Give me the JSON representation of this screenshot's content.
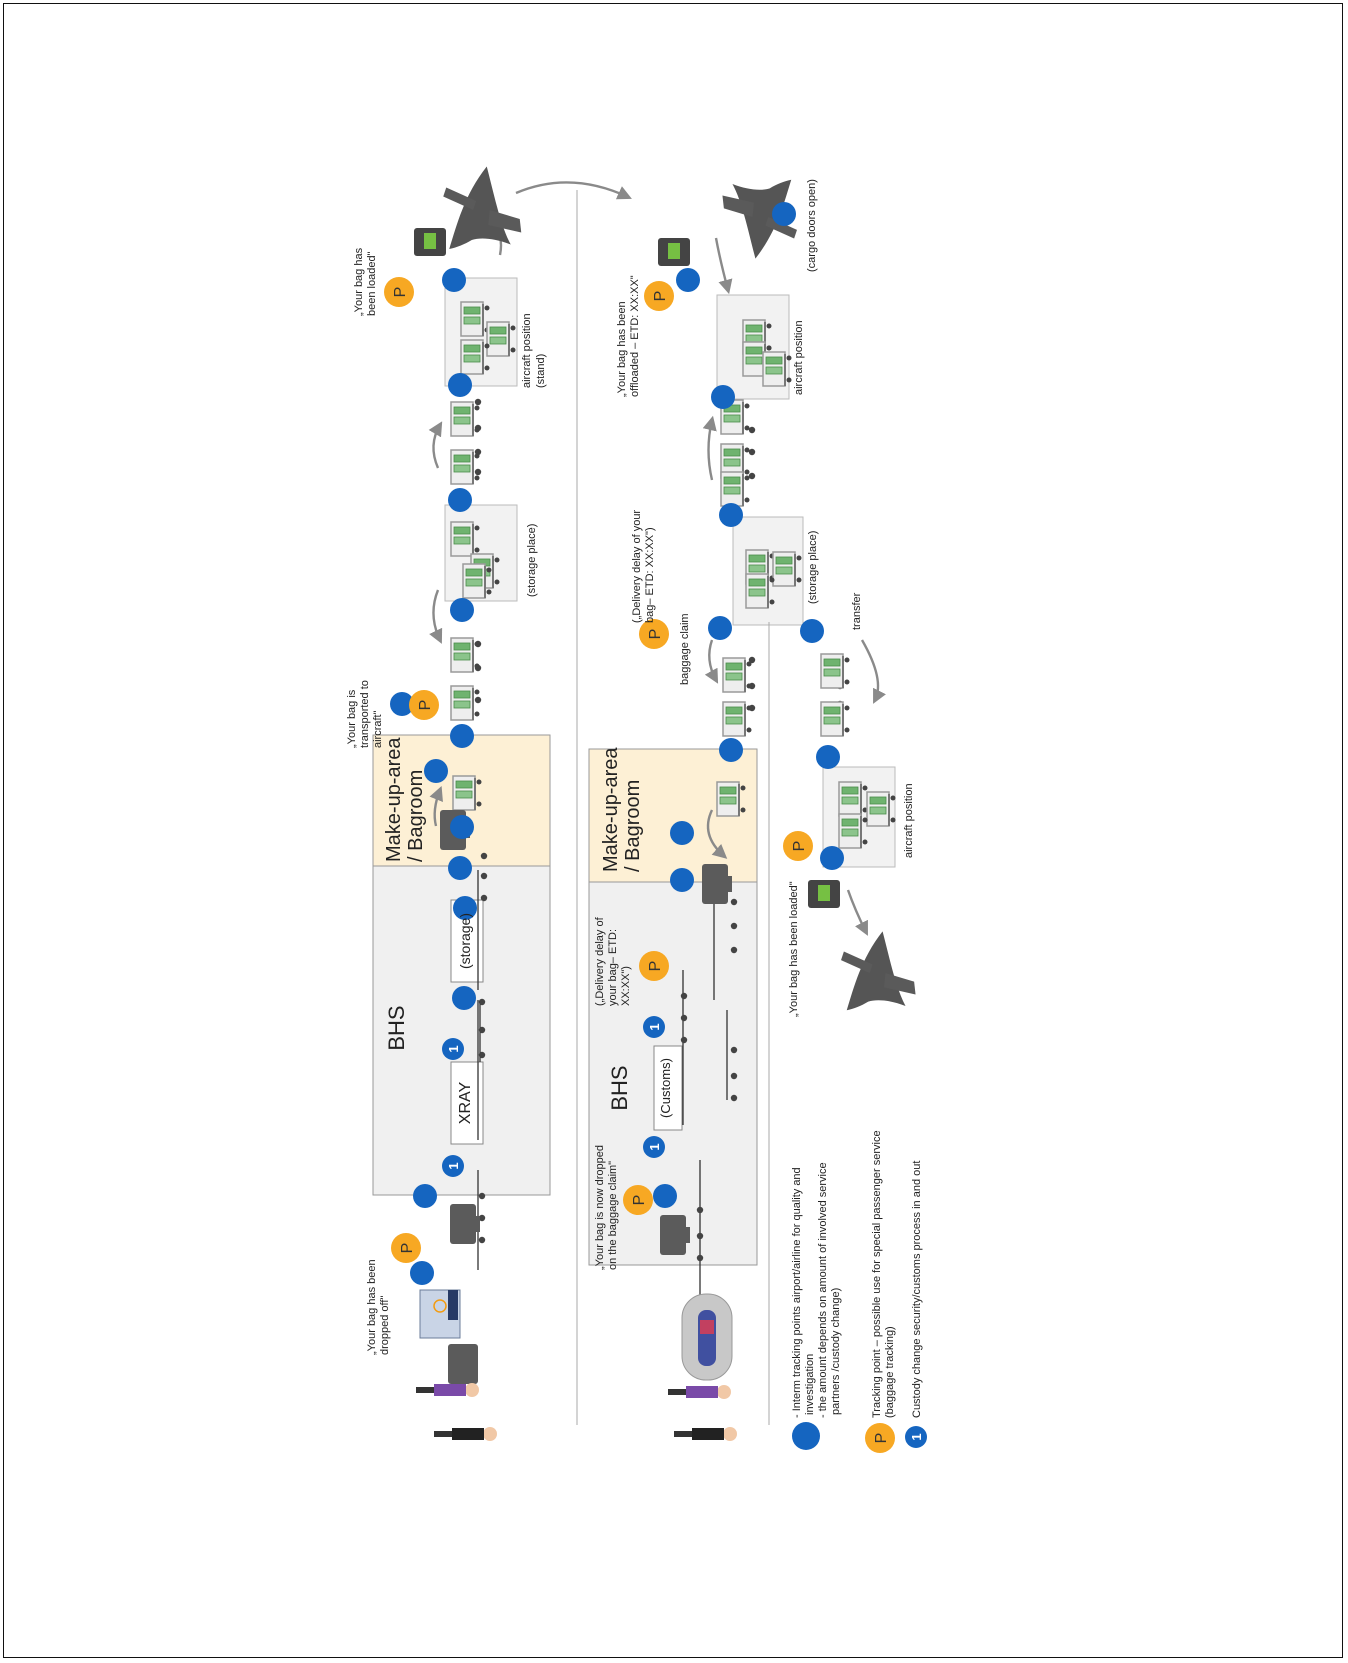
{
  "colors": {
    "tracking_blue": "#1565c0",
    "tracking_p": "#f7a823",
    "bhs_fill": "#f0f0f0",
    "makeup_fill": "#fdf0d5",
    "plane": "#555555",
    "arrow": "#8a8a8a",
    "cart_green": "#58a85b"
  },
  "icons": [
    "tracking-dot-icon",
    "p-marker-icon",
    "custody-1-icon",
    "baggage-cart-icon",
    "airplane-icon",
    "suitcase-icon",
    "scanner-icon",
    "passenger-icon",
    "baggage-carousel-icon",
    "self-bag-drop-kiosk-icon"
  ],
  "labels": {
    "bhs": "BHS",
    "makeup": [
      "Make-up-area",
      "/ Bagroom"
    ],
    "xray": "XRAY",
    "storage_box": "(storage)",
    "customs_box": "(Customs)",
    "storage_place": "(storage place)",
    "aircraft_position": "aircraft position",
    "aircraft_position_stand": [
      "aircraft position",
      "(stand)"
    ],
    "cargo_doors": "(cargo doors open)",
    "baggage_claim": "baggage claim",
    "transfer": "transfer",
    "p": "P",
    "one": "1"
  },
  "messages": {
    "dropped_off": [
      "„Your bag has been",
      "dropped off\""
    ],
    "transported": [
      "„Your bag is",
      "transported to",
      "aircraft\""
    ],
    "loaded": [
      "„Your bag has",
      "been loaded\""
    ],
    "offloaded": [
      "„Your bag has been",
      "offloaded – ETD: XX:XX\""
    ],
    "delay_claim": [
      "(„Delivery delay of your",
      "bag– ETD: XX:XX\")"
    ],
    "delay_bhs": [
      "(„Delivery delay of",
      "your bag– ETD:",
      "XX:XX\")"
    ],
    "dropped_claim": [
      "„Your bag is now dropped",
      "on the baggage claim\""
    ],
    "loaded_transfer": "„Your bag has been loaded\""
  },
  "legend": {
    "blue": [
      "-  Interm tracking points airport/airline for quality and",
      "   investigation",
      "-  the amount depends on amount of involved service",
      "   partners /custody change)"
    ],
    "p": [
      "Tracking point – possible use for special passenger service",
      "(baggage tracking)"
    ],
    "one": "Custody change security/customs  process in and out"
  }
}
